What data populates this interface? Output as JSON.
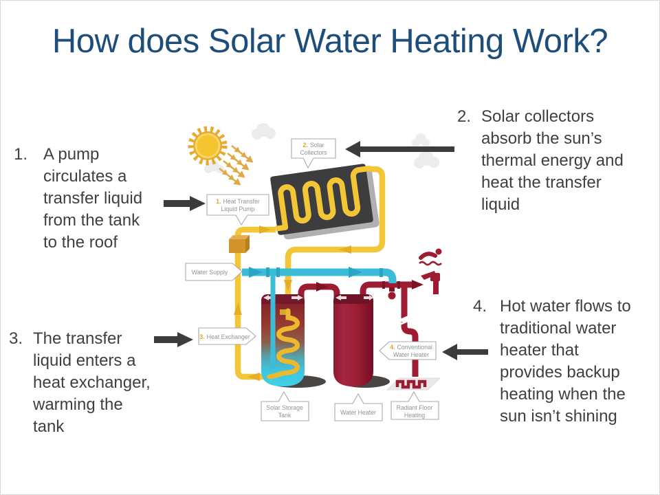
{
  "slide": {
    "title": "How does Solar Water Heating Work?"
  },
  "steps": [
    {
      "num": "1.",
      "text": "A pump\ncirculates a\ntransfer liquid\nfrom the tank\nto the roof"
    },
    {
      "num": "2.",
      "text": "Solar collectors\nabsorb the sun’s\nthermal energy and\nheat the transfer\nliquid"
    },
    {
      "num": "3.",
      "text": "The transfer\nliquid enters a\nheat exchanger,\nwarming the\ntank"
    },
    {
      "num": "4.",
      "text": "Hot water flows to\ntraditional water\nheater that\nprovides backup\nheating when the\nsun isn’t shining"
    }
  ],
  "diagram": {
    "labels": {
      "solar_collectors": {
        "num": "2.",
        "line1": "Solar",
        "line2": "Collectors"
      },
      "heat_transfer_pump": {
        "num": "1.",
        "line1": "Heat Transfer",
        "line2": "Liquid Pump"
      },
      "water_supply": {
        "line1": "Water Supply"
      },
      "heat_exchanger": {
        "num": "3.",
        "line1": "Heat Exchanger"
      },
      "conventional_water_heater": {
        "num": "4.",
        "line1": "Conventional",
        "line2": "Water Heater"
      },
      "solar_storage_tank": {
        "line1": "Solar Storage",
        "line2": "Tank"
      },
      "water_heater": {
        "line1": "Water Heater"
      },
      "radiant_floor": {
        "line1": "Radiant Floor",
        "line2": "Heating"
      }
    }
  },
  "colors": {
    "title": "#1D4E7B",
    "body-text": "#3F3F3F",
    "black-arrow": "#3C3C3C",
    "pipe-hot": "#F2C636",
    "pipe-hot-dark": "#E5AE27",
    "pipe-cold": "#3BBDD9",
    "pipe-cold-dark": "#2AA5C2",
    "pipe-red": "#9D1C31",
    "pipe-red-dark": "#7D1426",
    "panel": "#3D3D3F",
    "panel-shadow": "#B0B0B0",
    "sun": "#E9A92F",
    "sun-ring": "#F6D867",
    "sun-inner": "#F4C431",
    "ray": "#DFA945",
    "cloud": "#ECECEC",
    "label-border": "#A8A8A8",
    "label-text": "#8F9396",
    "label-num": "#E8A21F",
    "pump": "#D2952B",
    "shadow": "#4A4543"
  }
}
